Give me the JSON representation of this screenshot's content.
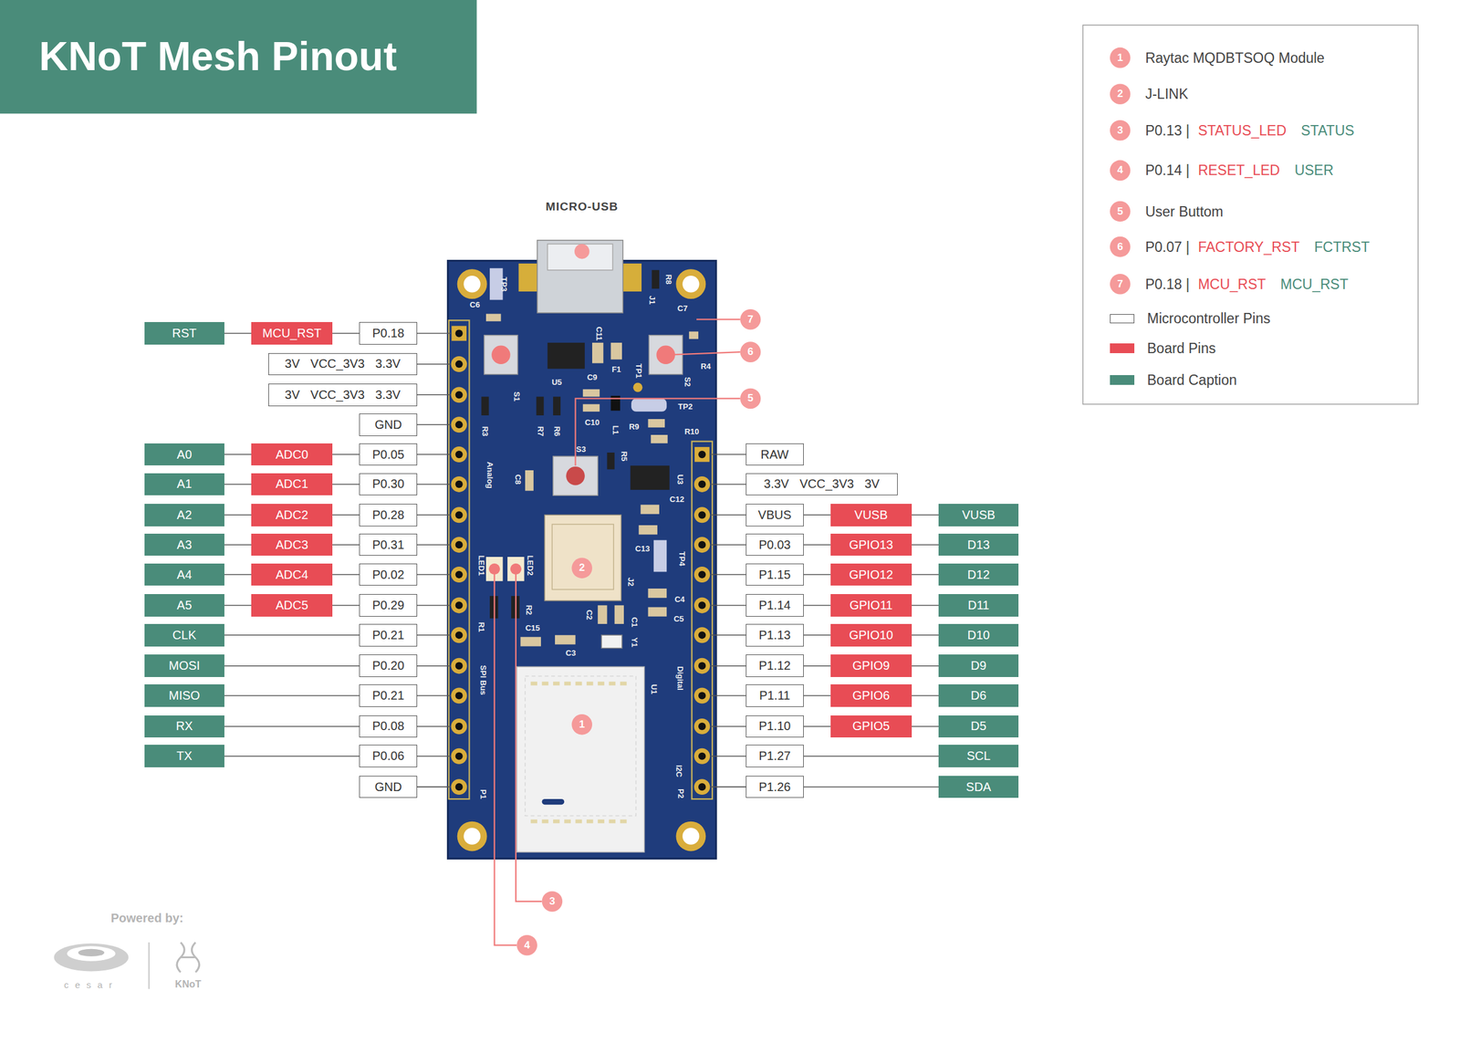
{
  "diagram": {
    "title": "KNoT Mesh Pinout",
    "nodes": [
      {
        "text": [
          "RST"
        ]
      },
      {
        "text": [
          "MCU_RST"
        ]
      },
      {
        "text": [
          "P0.18"
        ]
      },
      {
        "text": [
          "3V VCC_3V3 3.3V"
        ]
      },
      {
        "text": [
          "3V VCC_3V3 3.3V"
        ]
      },
      {
        "text": [
          "GND"
        ]
      },
      {
        "text": [
          "A0"
        ]
      },
      {
        "text": [
          "ADC0"
        ]
      },
      {
        "text": [
          "P0.05"
        ]
      },
      {
        "text": [
          "A1"
        ]
      },
      {
        "text": [
          "ADC1"
        ]
      },
      {
        "text": [
          "P0.30"
        ]
      },
      {
        "text": [
          "A2"
        ]
      },
      {
        "text": [
          "ADC2"
        ]
      },
      {
        "text": [
          "P0.28"
        ]
      },
      {
        "text": [
          "A3"
        ]
      },
      {
        "text": [
          "ADC3"
        ]
      },
      {
        "text": [
          "P0.31"
        ]
      },
      {
        "text": [
          "A4"
        ]
      },
      {
        "text": [
          "ADC4"
        ]
      },
      {
        "text": [
          "P0.02"
        ]
      },
      {
        "text": [
          "A5"
        ]
      },
      {
        "text": [
          "ADC5"
        ]
      },
      {
        "text": [
          "P0.29"
        ]
      },
      {
        "text": [
          "CLK"
        ]
      },
      {
        "text": [
          "P0.21"
        ]
      },
      {
        "text": [
          "MOSI"
        ]
      },
      {
        "text": [
          "P0.20"
        ]
      },
      {
        "text": [
          "MISO"
        ]
      },
      {
        "text": [
          "P0.21"
        ]
      },
      {
        "text": [
          "RX"
        ]
      },
      {
        "text": [
          "P0.08"
        ]
      },
      {
        "text": [
          "TX"
        ]
      },
      {
        "text": [
          "P0.06"
        ]
      },
      {
        "text": [
          "GND"
        ]
      },
      {
        "text": [
          "RAW"
        ]
      },
      {
        "text": [
          "3.3V VCC_3V3 3V"
        ]
      },
      {
        "text": [
          "VBUS"
        ]
      },
      {
        "text": [
          "VUSB"
        ]
      },
      {
        "text": [
          "VUSB"
        ]
      },
      {
        "text": [
          "P0.03"
        ]
      },
      {
        "text": [
          "GPIO13"
        ]
      },
      {
        "text": [
          "D13"
        ]
      },
      {
        "text": [
          "P1.15"
        ]
      },
      {
        "text": [
          "GPIO12"
        ]
      },
      {
        "text": [
          "D12"
        ]
      },
      {
        "text": [
          "P1.14"
        ]
      },
      {
        "text": [
          "GPIO11"
        ]
      },
      {
        "text": [
          "D11"
        ]
      },
      {
        "text": [
          "P1.13"
        ]
      },
      {
        "text": [
          "GPIO10"
        ]
      },
      {
        "text": [
          "D10"
        ]
      },
      {
        "text": [
          "P1.12"
        ]
      },
      {
        "text": [
          "GPIO9"
        ]
      },
      {
        "text": [
          "D9"
        ]
      },
      {
        "text": [
          "P1.11"
        ]
      },
      {
        "text": [
          "GPIO6"
        ]
      },
      {
        "text": [
          "D6"
        ]
      },
      {
        "text": [
          "P1.10"
        ]
      },
      {
        "text": [
          "GPIO5"
        ]
      },
      {
        "text": [
          "D5"
        ]
      },
      {
        "text": [
          "P1.27"
        ]
      },
      {
        "text": [
          "SCL"
        ]
      },
      {
        "text": [
          "P1.26"
        ]
      },
      {
        "text": [
          "SDA"
        ]
      }
    ],
    "edges": [
      {
        "from": 0,
        "to": 1,
        "arrow": "none"
      },
      {
        "from": 1,
        "to": 2,
        "arrow": "none"
      },
      {
        "from": 6,
        "to": 7,
        "arrow": "none"
      },
      {
        "from": 7,
        "to": 8,
        "arrow": "none"
      },
      {
        "from": 9,
        "to": 10,
        "arrow": "none"
      },
      {
        "from": 10,
        "to": 11,
        "arrow": "none"
      },
      {
        "from": 12,
        "to": 13,
        "arrow": "none"
      },
      {
        "from": 13,
        "to": 14,
        "arrow": "none"
      },
      {
        "from": 15,
        "to": 16,
        "arrow": "none"
      },
      {
        "from": 16,
        "to": 17,
        "arrow": "none"
      },
      {
        "from": 18,
        "to": 19,
        "arrow": "none"
      },
      {
        "from": 19,
        "to": 20,
        "arrow": "none"
      },
      {
        "from": 21,
        "to": 22,
        "arrow": "none"
      },
      {
        "from": 22,
        "to": 23,
        "arrow": "none"
      },
      {
        "from": 24,
        "to": 25,
        "arrow": "none"
      },
      {
        "from": 26,
        "to": 27,
        "arrow": "none"
      },
      {
        "from": 28,
        "to": 29,
        "arrow": "none"
      },
      {
        "from": 30,
        "to": 31,
        "arrow": "none"
      },
      {
        "from": 32,
        "to": 33,
        "arrow": "none"
      },
      {
        "from": 37,
        "to": 38,
        "arrow": "none"
      },
      {
        "from": 38,
        "to": 39,
        "arrow": "none"
      },
      {
        "from": 40,
        "to": 41,
        "arrow": "none"
      },
      {
        "from": 41,
        "to": 42,
        "arrow": "none"
      },
      {
        "from": 43,
        "to": 44,
        "arrow": "none"
      },
      {
        "from": 44,
        "to": 45,
        "arrow": "none"
      },
      {
        "from": 46,
        "to": 47,
        "arrow": "none"
      },
      {
        "from": 47,
        "to": 48,
        "arrow": "none"
      },
      {
        "from": 49,
        "to": 50,
        "arrow": "none"
      },
      {
        "from": 50,
        "to": 51,
        "arrow": "none"
      },
      {
        "from": 52,
        "to": 53,
        "arrow": "none"
      },
      {
        "from": 53,
        "to": 54,
        "arrow": "none"
      },
      {
        "from": 55,
        "to": 56,
        "arrow": "none"
      },
      {
        "from": 56,
        "to": 57,
        "arrow": "none"
      },
      {
        "from": 58,
        "to": 59,
        "arrow": "none"
      },
      {
        "from": 59,
        "to": 60,
        "arrow": "none"
      },
      {
        "from": 61,
        "to": 62,
        "arrow": "none"
      },
      {
        "from": 63,
        "to": 64,
        "arrow": "none"
      }
    ],
    "labels": [
      "MICRO-USB",
      "1",
      "2",
      "3",
      "4",
      "5",
      "6",
      "7",
      "1",
      "2",
      "3",
      "4",
      "5",
      "6",
      "7",
      "STATUS_LED",
      "STATUS",
      "RESET_LED",
      "USER",
      "FACTORY_RST",
      "FCTRST",
      "MCU_RST",
      "MCU_RST",
      "TP3",
      "C6",
      "R8",
      "J1",
      "C7",
      "C11",
      "U5",
      "S1",
      "S2",
      "R4",
      "C9",
      "F1",
      "TP1",
      "R3",
      "R7",
      "R6",
      "C10",
      "L1",
      "R9",
      "TP2",
      "R10",
      "Analog",
      "C8",
      "S3",
      "R5",
      "U3",
      "C12",
      "LED1",
      "LED2",
      "J2",
      "C13",
      "TP4",
      "C4",
      "C5",
      "C2",
      "C1",
      "Y1",
      "R1",
      "R2",
      "C15",
      "C3",
      "SPI Bus",
      "U1",
      "Digital",
      "I2C",
      "P1",
      "P2",
      "Powered by:",
      "cesar",
      "KNoT"
    ],
    "legend": [
      {
        "text": "Raytac MQDBTSOQ Module"
      },
      {
        "text": "J-LINK"
      },
      {
        "text": "P0.13 |"
      },
      {
        "text": "P0.14 |"
      },
      {
        "text": "User Buttom"
      },
      {
        "text": "P0.07 |"
      },
      {
        "text": "P0.18 |"
      },
      {
        "text": "Microcontroller Pins",
        "color": "#ffffff"
      },
      {
        "text": "Board Pins",
        "color": "#e84c55"
      },
      {
        "text": "Board Caption",
        "color": "#4a8c7a"
      }
    ]
  }
}
